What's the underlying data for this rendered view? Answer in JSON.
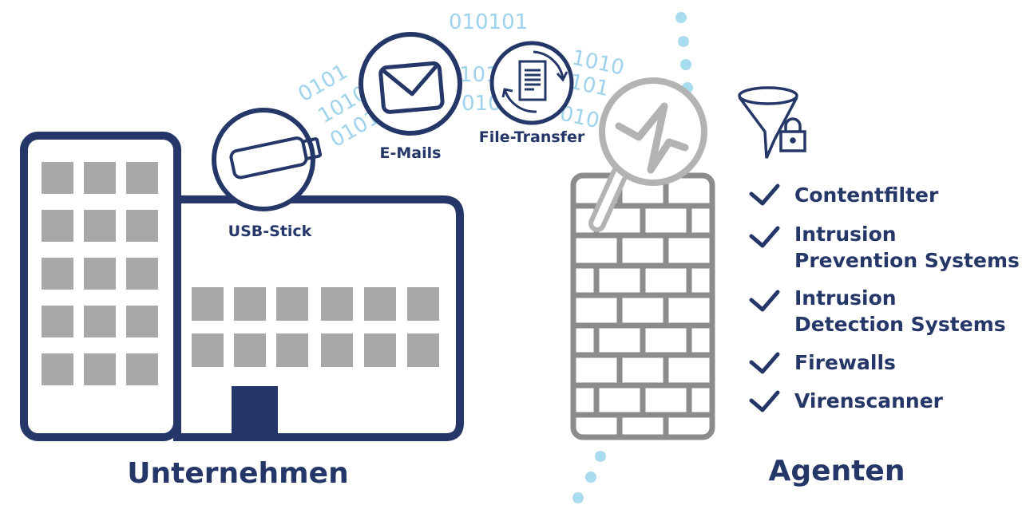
{
  "colors": {
    "navy": "#253768",
    "grey": "#a8a8a8",
    "wall": "#8c8c8c",
    "lens": "#b3b3b3",
    "binary": "#9fd3ec"
  },
  "binary": [
    "0101",
    "1010",
    "0101",
    "010101",
    "101",
    "010",
    "1010",
    "101",
    "0101"
  ],
  "channels": {
    "usb": "USB-Stick",
    "email": "E-Mails",
    "file": "File-Transfer"
  },
  "company_title": "Unternehmen",
  "agents_title": "Agenten",
  "checklist": [
    {
      "lines": [
        "Contentfilter"
      ]
    },
    {
      "lines": [
        "Intrusion",
        "Prevention Systems"
      ]
    },
    {
      "lines": [
        "Intrusion",
        "Detection Systems"
      ]
    },
    {
      "lines": [
        "Firewalls"
      ]
    },
    {
      "lines": [
        "Virenscanner"
      ]
    }
  ]
}
